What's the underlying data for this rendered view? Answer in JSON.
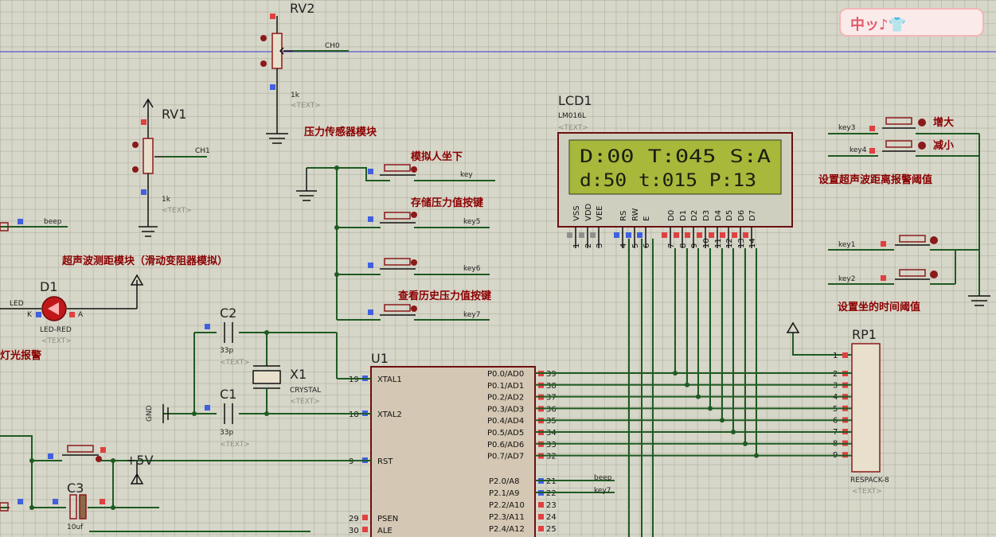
{
  "components": {
    "rv2": {
      "ref": "RV2",
      "value": "1k",
      "text": "<TEXT>",
      "net": "CH0"
    },
    "rv1": {
      "ref": "RV1",
      "value": "1k",
      "text": "<TEXT>",
      "net": "CH1"
    },
    "lcd": {
      "ref": "LCD1",
      "model": "LM016L",
      "text": "<TEXT>",
      "line1": "D:00  T:045  S:A",
      "line2": "d:50 t:015 P:13",
      "pin_names": [
        "VSS",
        "VDD",
        "VEE",
        "RS",
        "RW",
        "E",
        "D0",
        "D1",
        "D2",
        "D3",
        "D4",
        "D5",
        "D6",
        "D7"
      ],
      "pin_nums": [
        "1",
        "2",
        "3",
        "4",
        "5",
        "6",
        "7",
        "8",
        "9",
        "10",
        "11",
        "12",
        "13",
        "14"
      ]
    },
    "d1": {
      "ref": "D1",
      "model": "LED-RED",
      "text": "<TEXT>",
      "net": "LED",
      "k": "K",
      "a": "A"
    },
    "c2": {
      "ref": "C2",
      "value": "33p",
      "text": "<TEXT>"
    },
    "c1": {
      "ref": "C1",
      "value": "33p",
      "text": "<TEXT>"
    },
    "c3": {
      "ref": "C3",
      "value": "10uf"
    },
    "x1": {
      "ref": "X1",
      "model": "CRYSTAL",
      "text": "<TEXT>"
    },
    "u1": {
      "ref": "U1",
      "left_pins": [
        {
          "num": "19",
          "name": "XTAL1"
        },
        {
          "num": "18",
          "name": "XTAL2"
        },
        {
          "num": "9",
          "name": "RST"
        },
        {
          "num": "29",
          "name": "PSEN"
        },
        {
          "num": "30",
          "name": "ALE"
        }
      ],
      "p0": [
        {
          "num": "39",
          "name": "P0.0/AD0"
        },
        {
          "num": "38",
          "name": "P0.1/AD1"
        },
        {
          "num": "37",
          "name": "P0.2/AD2"
        },
        {
          "num": "36",
          "name": "P0.3/AD3"
        },
        {
          "num": "35",
          "name": "P0.4/AD4"
        },
        {
          "num": "34",
          "name": "P0.5/AD5"
        },
        {
          "num": "33",
          "name": "P0.6/AD6"
        },
        {
          "num": "32",
          "name": "P0.7/AD7"
        }
      ],
      "p2": [
        {
          "num": "21",
          "name": "P2.0/A8"
        },
        {
          "num": "22",
          "name": "P2.1/A9"
        },
        {
          "num": "23",
          "name": "P2.2/A10"
        },
        {
          "num": "24",
          "name": "P2.3/A11"
        },
        {
          "num": "25",
          "name": "P2.4/A12"
        }
      ]
    },
    "rp1": {
      "ref": "RP1",
      "model": "RESPACK-8",
      "text": "<TEXT>",
      "pins": [
        "1",
        "2",
        "3",
        "4",
        "5",
        "6",
        "7",
        "8",
        "9"
      ]
    },
    "gnd": {
      "label": "GND"
    },
    "vcc": {
      "label": "+5V"
    }
  },
  "nets": {
    "beep": "beep",
    "key": "key",
    "key5": "key5",
    "key6": "key6",
    "key7": "key7",
    "key1": "key1",
    "key2": "key2",
    "key3": "key3",
    "key4": "key4",
    "beep_u1": "beep",
    "key7_u1": "key7"
  },
  "annotations": {
    "pressure_module": "压力传感器模块",
    "simulate_sit": "模拟人坐下",
    "store_pressure": "存储压力值按键",
    "view_history": "查看历史压力值按键",
    "ultrasonic_module": "超声波测距模块（滑动变阻器模拟）",
    "light_alarm": "灯光报警",
    "increase": "增大",
    "decrease": "减小",
    "set_ultra_threshold": "设置超声波距离报警阈值",
    "set_sit_threshold": "设置坐的时间阈值"
  },
  "watermark": {
    "text": "中ッ♪👕"
  },
  "colors": {
    "wire": "#1f5b22",
    "component": "#8b1a1a",
    "lcd_bg": "#a7b83a",
    "annotation": "#8b0000",
    "background": "#d6d6c9"
  }
}
